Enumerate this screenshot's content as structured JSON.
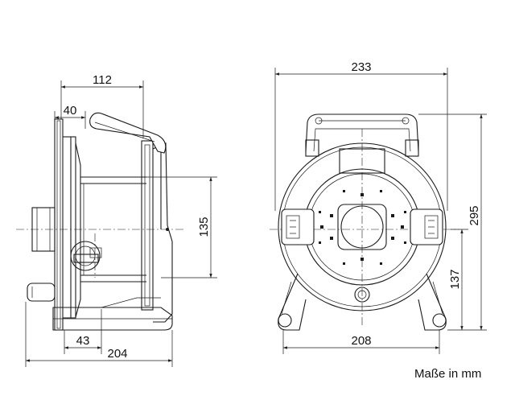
{
  "side_view": {
    "dims": {
      "width_top": "112",
      "offset_top": "40",
      "height_right": "135",
      "offset_bottom": "43",
      "width_bottom": "204"
    }
  },
  "front_view": {
    "dims": {
      "width_top": "233",
      "height_right": "295",
      "height_inner": "137",
      "width_bottom": "208"
    }
  },
  "note": "Maße in mm"
}
